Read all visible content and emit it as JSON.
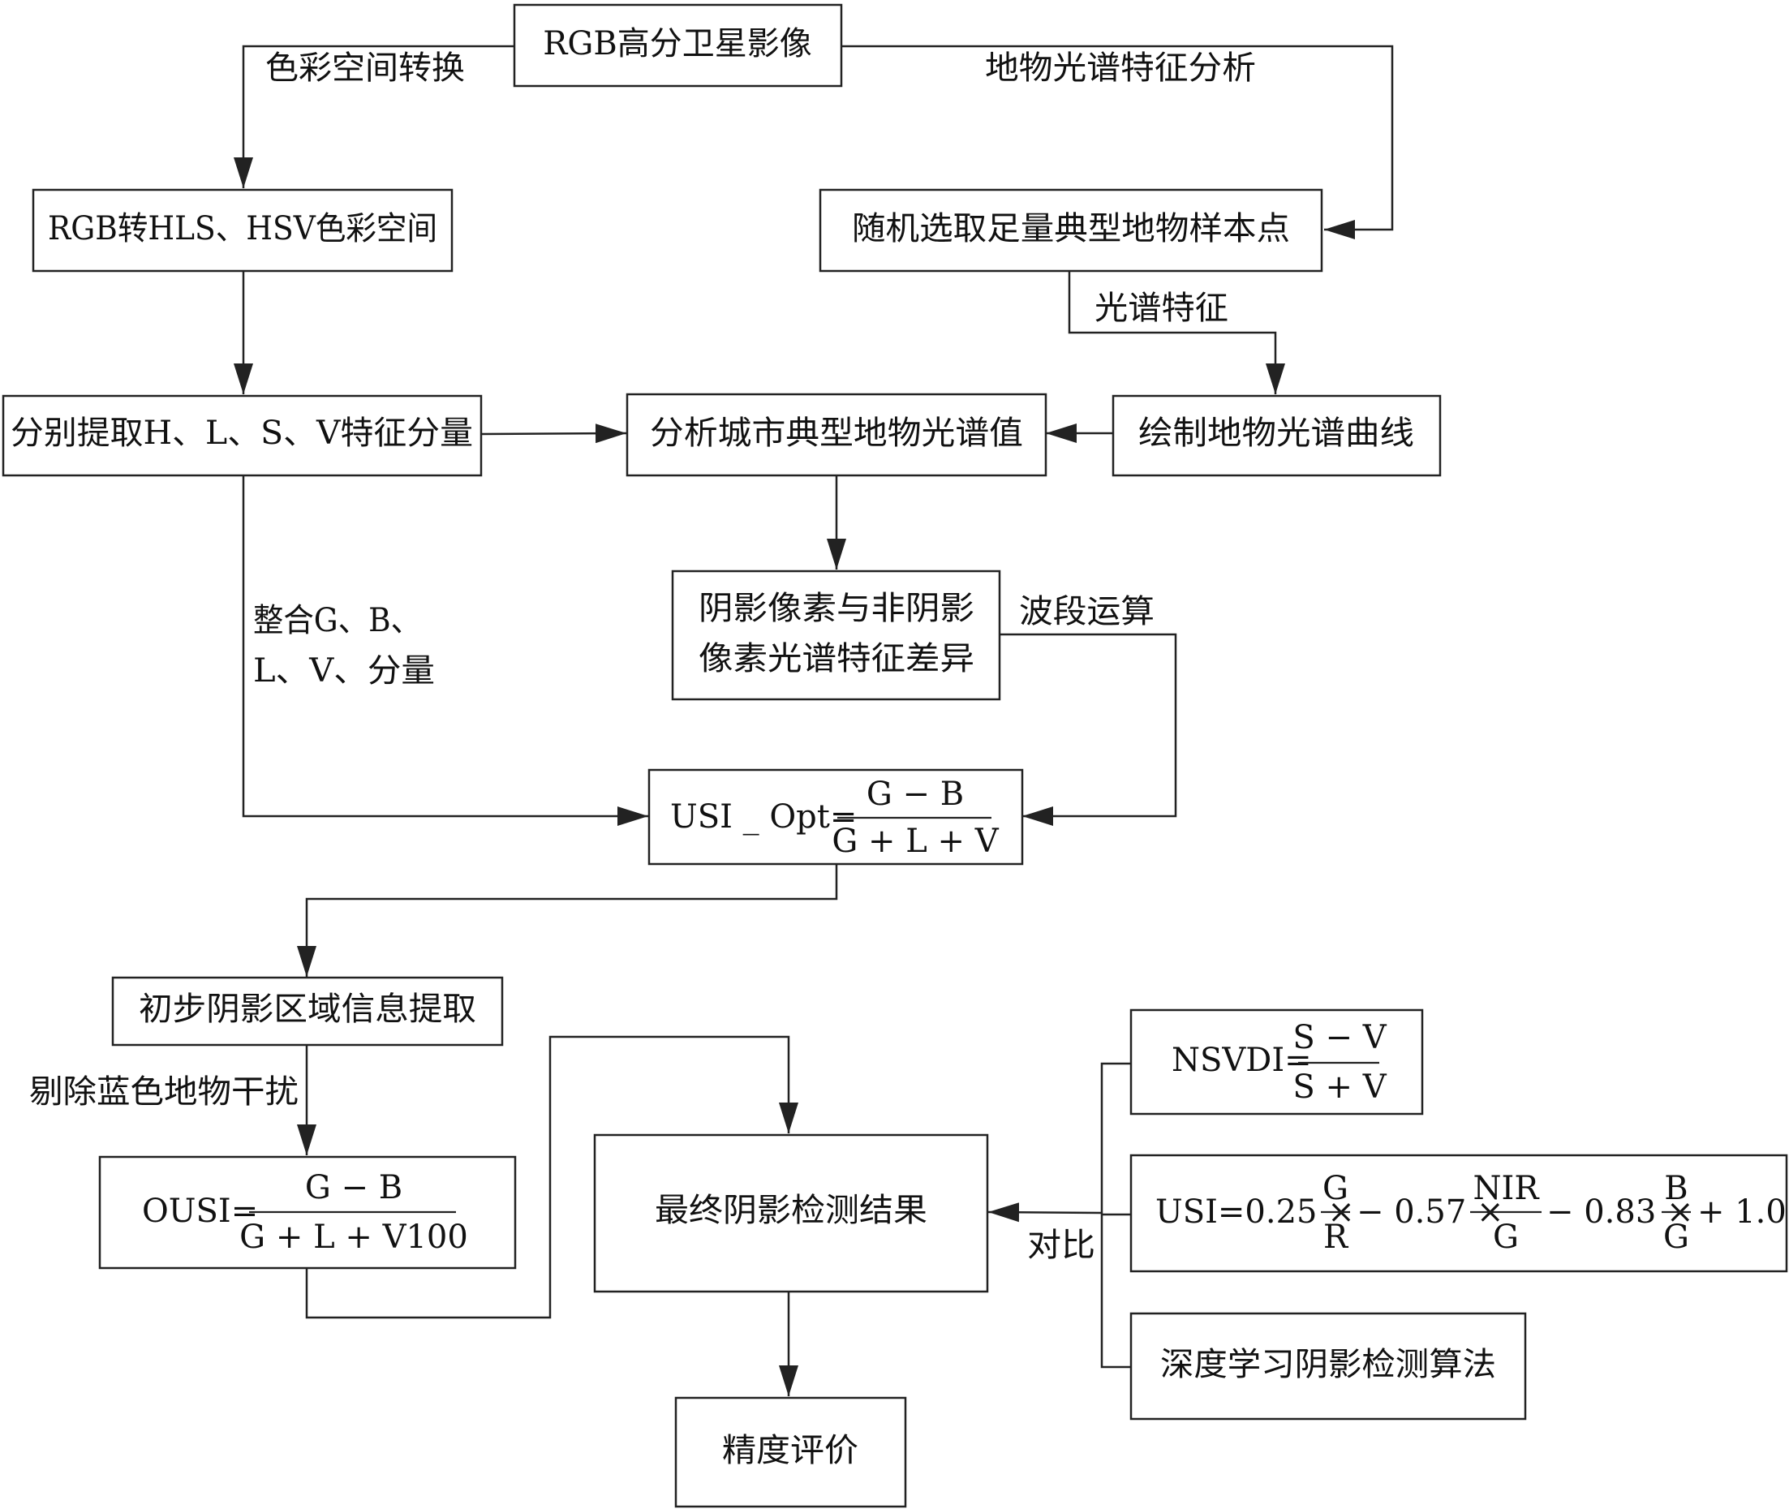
{
  "nodes": {
    "rgb_image": "RGB高分卫星影像",
    "color_convert": "RGB转HLS、HSV色彩空间",
    "random_samples": "随机选取足量典型地物样本点",
    "extract_hlsv": "分别提取H、L、S、V特征分量",
    "analyze_spectra": "分析城市典型地物光谱值",
    "draw_curves": "绘制地物光谱曲线",
    "shadow_diff_line1": "阴影像素与非阴影",
    "shadow_diff_line2": "像素光谱特征差异",
    "usi_opt_lhs": "USI _ Opt=",
    "usi_opt_num": "G − B",
    "usi_opt_den": "G + L + V",
    "initial_shadow": "初步阴影区域信息提取",
    "ousi_lhs": "OUSI=",
    "ousi_num": "G − B",
    "ousi_den": "G + L + V100",
    "final_result": "最终阴影检测结果",
    "accuracy": "精度评价",
    "nsvdi_lhs": "NSVDI=",
    "nsvdi_num": "S − V",
    "nsvdi_den": "S + V",
    "usi_lhs": "USI=0.25 ×",
    "usi_f1_num": "G",
    "usi_f1_den": "R",
    "usi_mid1": "− 0.57 ×",
    "usi_f2_num": "NIR",
    "usi_f2_den": "G",
    "usi_mid2": "− 0.83 ×",
    "usi_f3_num": "B",
    "usi_f3_den": "G",
    "usi_tail": "+ 1.0",
    "deep_learning": "深度学习阴影检测算法"
  },
  "edge_labels": {
    "color_space_conversion": "色彩空间转换",
    "spectral_analysis": "地物光谱特征分析",
    "spectral_features": "光谱特征",
    "integrate_line1": "整合G、B、",
    "integrate_line2": "L、V、分量",
    "band_math": "波段运算",
    "remove_blue": "剔除蓝色地物干扰",
    "compare": "对比"
  }
}
